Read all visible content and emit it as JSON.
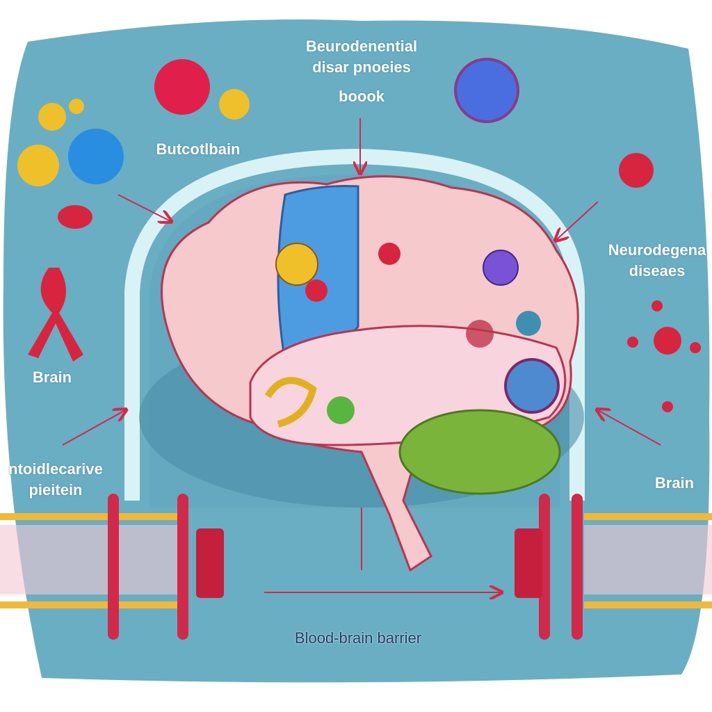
{
  "labels": {
    "top_title_line1": "Beurodenential",
    "top_title_line2": "disar pnoeies",
    "top_sub": "boook",
    "upper_left": "Butcotlbain",
    "right_line1": "Neurodegena",
    "right_line2": "diseaes",
    "left_ribbon": "Brain",
    "left_lower_line1": "ntoidlecarive",
    "left_lower_line2": "pieitein",
    "right_lower": "Brain",
    "bottom": "Blood-brain barrier"
  },
  "colors": {
    "background_panel": "#6aaec4",
    "arch": "#d8f2f6",
    "brain": "#f6c9cc",
    "arrow": "#d1294a",
    "membrane_bar": "#f0b93a",
    "lipid": "#f08aa8"
  }
}
